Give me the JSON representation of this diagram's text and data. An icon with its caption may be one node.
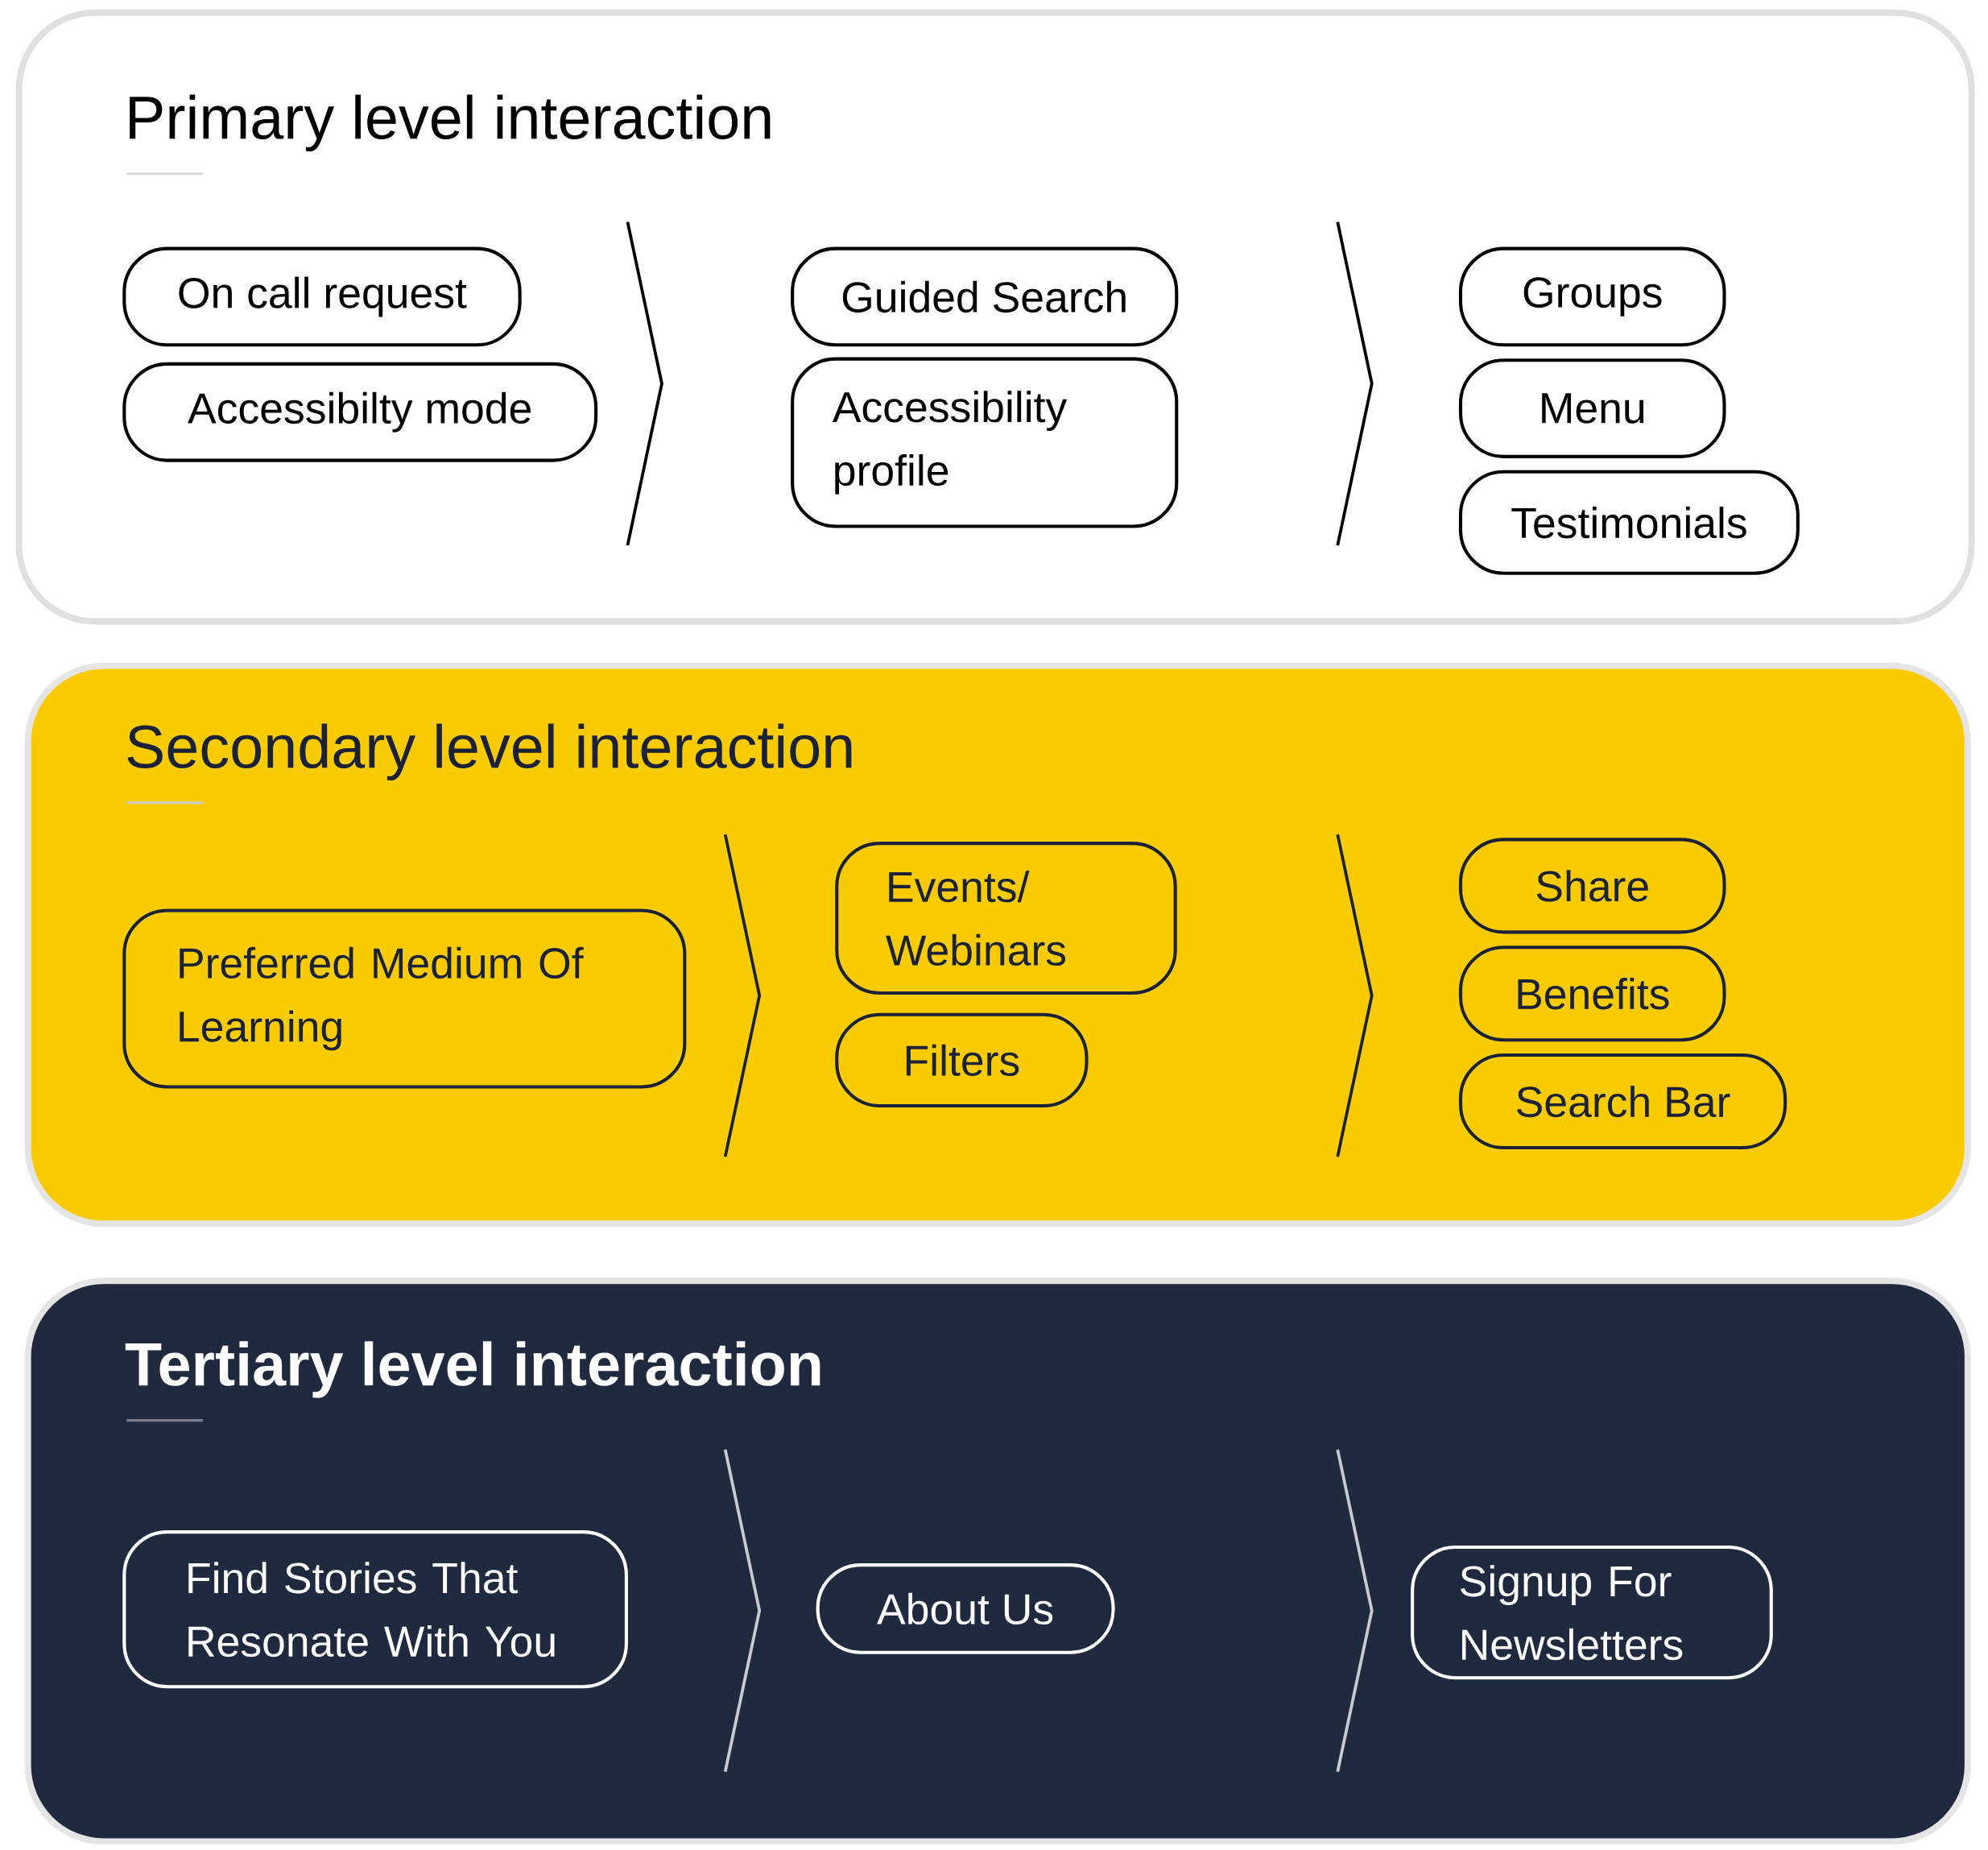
{
  "diagram": {
    "nodes": [
      {
        "text": [
          "Primary level interaction"
        ]
      },
      {
        "text": [
          "On call request"
        ],
        "in": 0
      },
      {
        "text": [
          "Accessibilty mode"
        ],
        "in": 0
      },
      {
        "text": [
          "Guided Search"
        ],
        "in": 0
      },
      {
        "text": [
          "Accessibility profile"
        ],
        "in": 0
      },
      {
        "text": [
          "Groups"
        ],
        "in": 0
      },
      {
        "text": [
          "Menu"
        ],
        "in": 0
      },
      {
        "text": [
          "Testimonials"
        ],
        "in": 0
      },
      {
        "text": [
          "Secondary level interaction"
        ]
      },
      {
        "text": [
          "Preferred Medium Of Learning"
        ],
        "in": 8
      },
      {
        "text": [
          "Events/ Webinars"
        ],
        "in": 8
      },
      {
        "text": [
          "Filters"
        ],
        "in": 8
      },
      {
        "text": [
          "Share"
        ],
        "in": 8
      },
      {
        "text": [
          "Benefits"
        ],
        "in": 8
      },
      {
        "text": [
          "Search Bar"
        ],
        "in": 8
      },
      {
        "text": [
          "Tertiary level interaction"
        ]
      },
      {
        "text": [
          "Find Stories That Resonate With You"
        ],
        "in": 15
      },
      {
        "text": [
          "About Us"
        ],
        "in": 15
      },
      {
        "text": [
          "Signup For Newsletters"
        ],
        "in": 15
      }
    ]
  }
}
